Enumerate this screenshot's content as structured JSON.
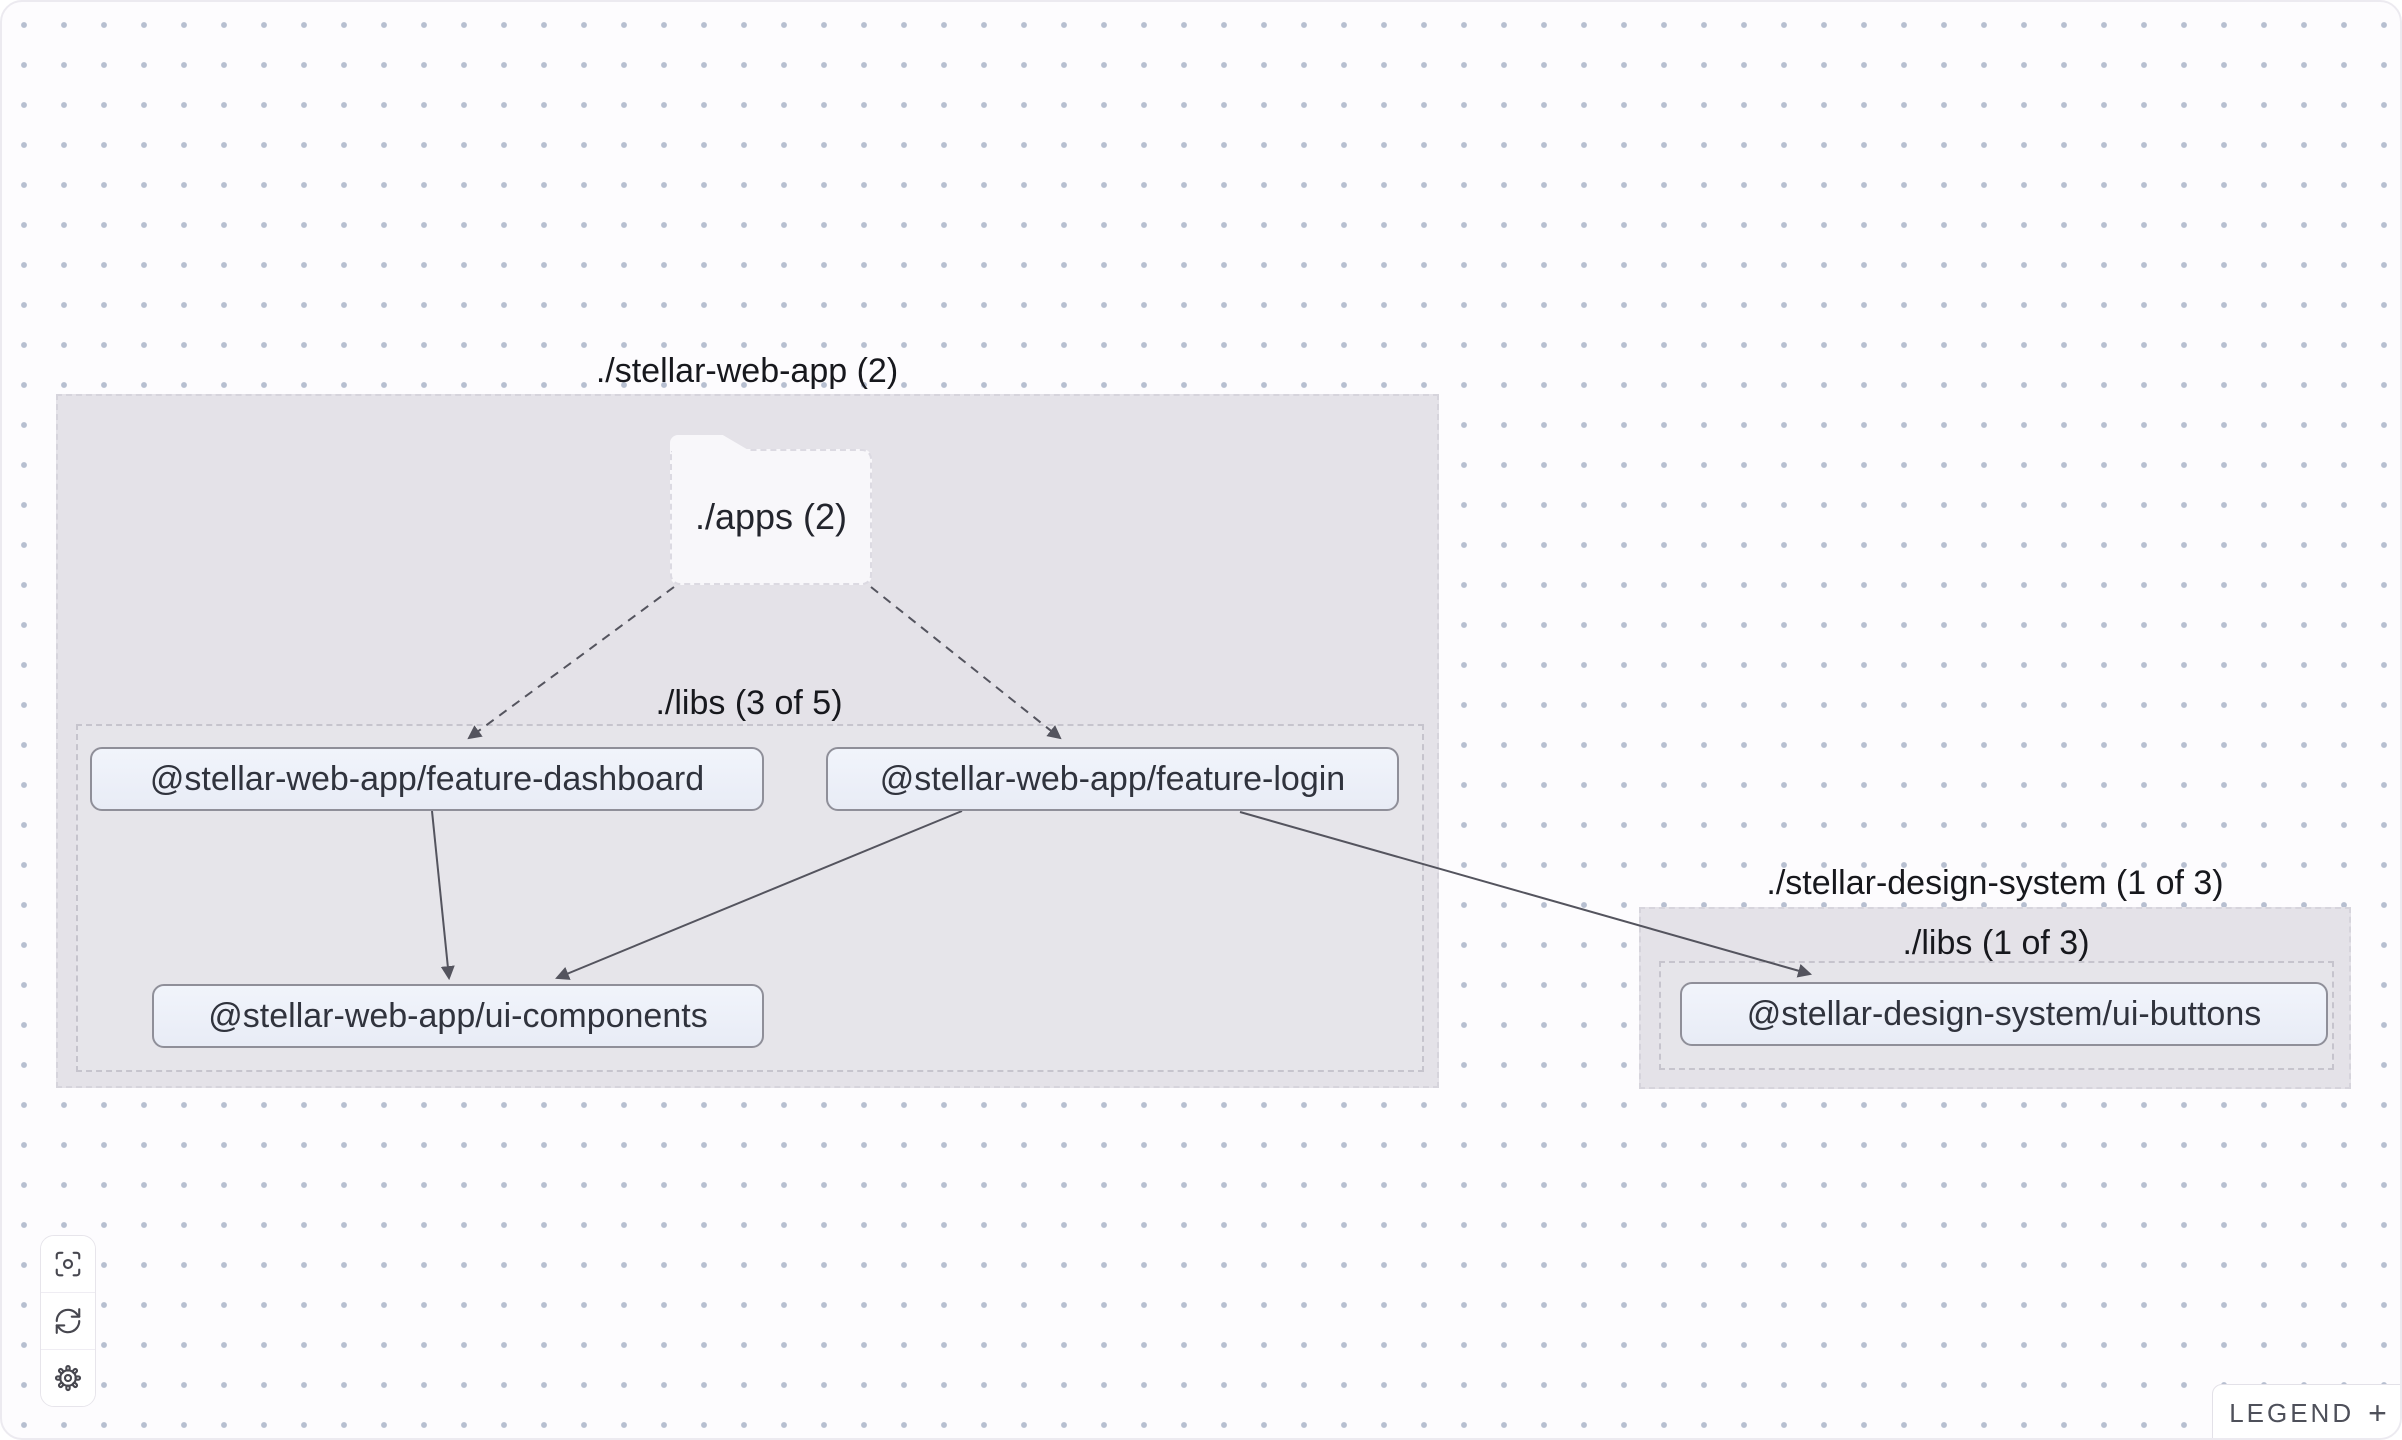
{
  "canvas": {
    "background": "#fdfcfe",
    "dot_color": "#7d8caa",
    "group_fill": "#e4e2e8",
    "node_fill": "#ebeff8",
    "node_border": "#8f8f99",
    "edge_color": "#54545e"
  },
  "groups": {
    "stellar_web_app": {
      "label": "./stellar-web-app (2)"
    },
    "web_app_libs": {
      "label": "./libs (3 of 5)"
    },
    "stellar_design_system": {
      "label": "./stellar-design-system (1 of 3)"
    },
    "design_system_libs": {
      "label": "./libs (1 of 3)"
    }
  },
  "folder": {
    "label": "./apps (2)"
  },
  "nodes": {
    "feature_dashboard": {
      "label": "@stellar-web-app/feature-dashboard"
    },
    "feature_login": {
      "label": "@stellar-web-app/feature-login"
    },
    "ui_components": {
      "label": "@stellar-web-app/ui-components"
    },
    "ui_buttons": {
      "label": "@stellar-design-system/ui-buttons"
    }
  },
  "edges": [
    {
      "from": "./apps",
      "to": "@stellar-web-app/feature-dashboard",
      "style": "dashed"
    },
    {
      "from": "./apps",
      "to": "@stellar-web-app/feature-login",
      "style": "dashed"
    },
    {
      "from": "@stellar-web-app/feature-dashboard",
      "to": "@stellar-web-app/ui-components",
      "style": "solid"
    },
    {
      "from": "@stellar-web-app/feature-login",
      "to": "@stellar-web-app/ui-components",
      "style": "solid"
    },
    {
      "from": "@stellar-web-app/feature-login",
      "to": "@stellar-design-system/ui-buttons",
      "style": "solid"
    }
  ],
  "toolbar": {
    "buttons": [
      {
        "icon": "focus-icon"
      },
      {
        "icon": "refresh-icon"
      },
      {
        "icon": "settings-icon"
      }
    ]
  },
  "legend": {
    "label": "LEGEND",
    "plus": "+"
  }
}
